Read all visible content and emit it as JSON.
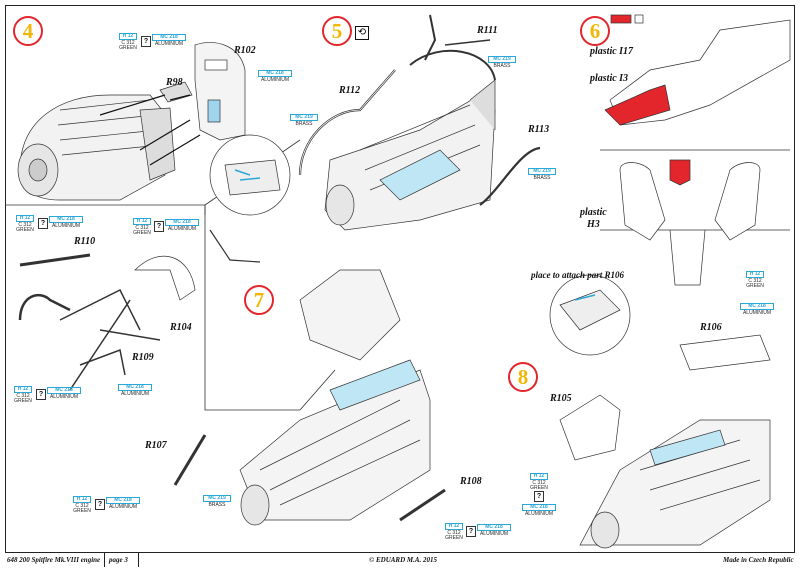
{
  "sheet": {
    "steps": [
      "4",
      "5",
      "6",
      "7",
      "8"
    ],
    "parts": {
      "r102": "R102",
      "r98": "R98",
      "r111": "R111",
      "r112": "R112",
      "r113": "R113",
      "r110": "R110",
      "r104": "R104",
      "r109": "R109",
      "r107": "R107",
      "r108": "R108",
      "r106": "R106",
      "r105": "R105"
    },
    "plastic": {
      "i17": "plastic I17",
      "i3": "plastic I3",
      "h3_line1": "plastic",
      "h3_line2": "H3"
    },
    "callout": "place to attach part R106",
    "paint": {
      "gunze_code": "H 12",
      "gunze_c": "C 312",
      "green": "GREEN",
      "mc_code": "MC 218",
      "mc_brass": "MC 219",
      "aluminium": "ALUMINIUM",
      "brass": "BRASS"
    },
    "question": "?"
  },
  "footer": {
    "code": "648 200  Spitfire Mk.VIII engine",
    "page": "page 3",
    "copyright": "© EDUARD  M.A. 2015",
    "made": "Made in Czech Republic"
  },
  "colors": {
    "step_ring": "#e3262b",
    "step_number": "#f2b705",
    "highlight_part": "#e3262b",
    "paint_blue": "#2aa8d8"
  }
}
